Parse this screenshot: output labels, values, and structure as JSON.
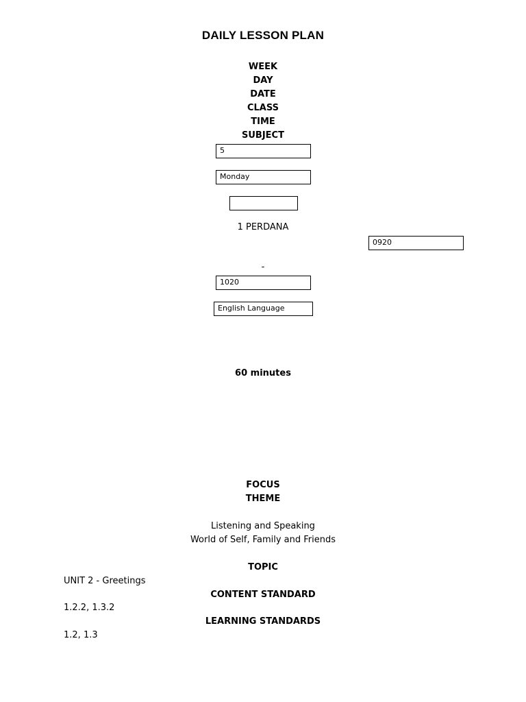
{
  "title": "DAILY LESSON PLAN",
  "header_labels": {
    "week": "WEEK",
    "day": "DAY",
    "date": "DATE",
    "class": "CLASS",
    "time": "TIME",
    "subject": "SUBJECT"
  },
  "fields": {
    "week": "5",
    "day": "Monday",
    "date": "",
    "class": "1 PERDANA",
    "time_start": "0920",
    "time_separator": "-",
    "time_end": "1020",
    "subject": "English Language"
  },
  "duration": "60 minutes",
  "labels": {
    "focus": "FOCUS",
    "theme": "THEME",
    "topic": "TOPIC",
    "content_standard": "CONTENT STANDARD",
    "learning_standards": "LEARNING STANDARDS"
  },
  "values": {
    "focus": "Listening and Speaking",
    "theme": "World of Self, Family and Friends",
    "topic": "UNIT 2 - Greetings",
    "content_standard": "1.2.2, 1.3.2",
    "learning_standards": "1.2, 1.3"
  }
}
